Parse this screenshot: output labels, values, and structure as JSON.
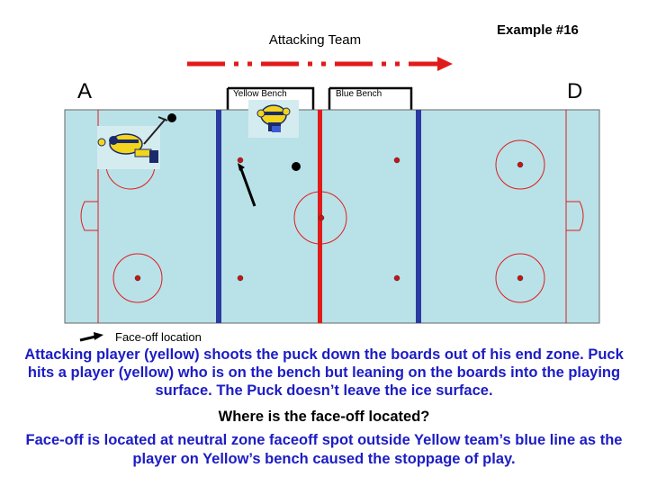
{
  "header": {
    "attacking_team": "Attacking Team",
    "example": "Example #16",
    "left_zone": "A",
    "right_zone": "D"
  },
  "benches": {
    "yellow": "Yellow Bench",
    "blue": "Blue Bench"
  },
  "legend": {
    "faceoff_label": "Face-off location"
  },
  "colors": {
    "ice": "#b9e2e8",
    "red_line": "#e01b1b",
    "blue_line": "#2a3aa0",
    "boards": "#000000",
    "text_blue": "#1c1cc4"
  },
  "text": {
    "description": "Attacking player (yellow) shoots the puck down the boards out of his end zone.  Puck hits a player (yellow) who is on the bench but leaning on the boards into the playing surface.  The Puck doesn’t leave the ice surface.",
    "question": "Where is the face-off located?",
    "answer": "Face-off is located at neutral zone faceoff spot outside Yellow team’s blue line as the player on Yellow’s bench caused the stoppage of play."
  }
}
